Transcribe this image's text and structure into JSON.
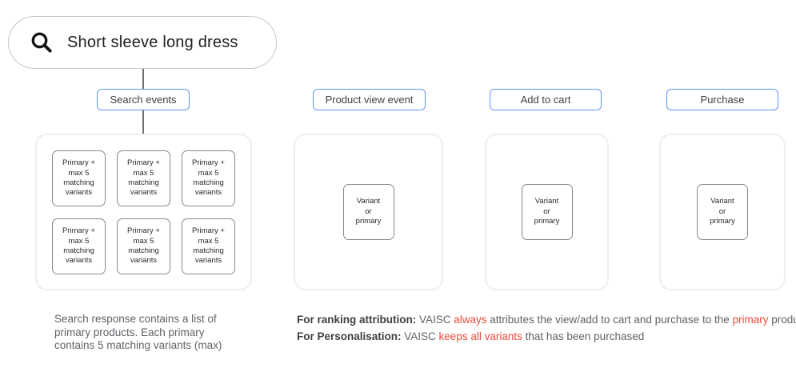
{
  "search_bar": {
    "query": "Short sleeve long dress"
  },
  "flow": {
    "search_events": {
      "label": "Search events",
      "boxes": [
        "Primary +\nmax 5\nmatching\nvariants",
        "Primary +\nmax 5\nmatching\nvariants",
        "Primary +\nmax 5\nmatching\nvariants",
        "Primary +\nmax 5\nmatching\nvariants",
        "Primary +\nmax 5\nmatching\nvariants",
        "Primary +\nmax 5\nmatching\nvariants"
      ]
    },
    "product_view": {
      "label": "Product view event",
      "box": "Variant\nor\nprimary"
    },
    "add_to_cart": {
      "label": "Add to cart",
      "box": "Variant\nor\nprimary"
    },
    "purchase": {
      "label": "Purchase",
      "box": "Variant\nor\nprimary"
    }
  },
  "notes": {
    "search_note": "Search response contains a list of\nprimary products. Each primary\ncontains 5 matching variants (max)",
    "ranking": {
      "segments": [
        {
          "text": "For ranking attribution: ",
          "style": "bold"
        },
        {
          "text": "VAISC ",
          "style": "normal"
        },
        {
          "text": "always",
          "style": "red"
        },
        {
          "text": " attributes the view/add to cart and purchase to the ",
          "style": "normal"
        },
        {
          "text": "primary",
          "style": "red"
        },
        {
          "text": " product.",
          "style": "normal"
        }
      ]
    },
    "personalisation": {
      "segments": [
        {
          "text": "For Personalisation: ",
          "style": "bold"
        },
        {
          "text": "VAISC ",
          "style": "normal"
        },
        {
          "text": "keeps all variants",
          "style": "red"
        },
        {
          "text": " that has been purchased",
          "style": "normal"
        }
      ]
    }
  },
  "colors": {
    "accent_blue": "#5e97f6",
    "red": "#ef4a3b",
    "text_dark": "#202124",
    "text_gray": "#5f6368",
    "container_border": "#eceef1",
    "box_border": "#85898e",
    "pill_border": "#c5c8cc"
  }
}
